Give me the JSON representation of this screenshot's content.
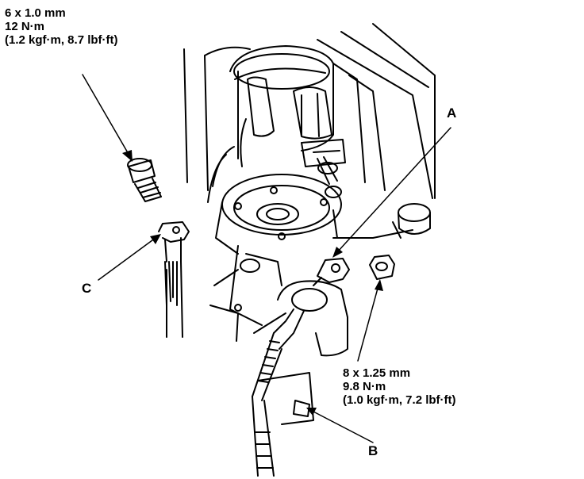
{
  "specs": {
    "top_left": {
      "size": "6 x 1.0 mm",
      "torque_nm": "12 N·m",
      "torque_alt": "(1.2 kgf·m, 8.7 lbf·ft)"
    },
    "bottom_right": {
      "size": "8 x 1.25 mm",
      "torque_nm": "9.8 N·m",
      "torque_alt": "(1.0 kgf·m, 7.2 lbf·ft)"
    }
  },
  "callouts": {
    "a": "A",
    "b": "B",
    "c": "C"
  }
}
